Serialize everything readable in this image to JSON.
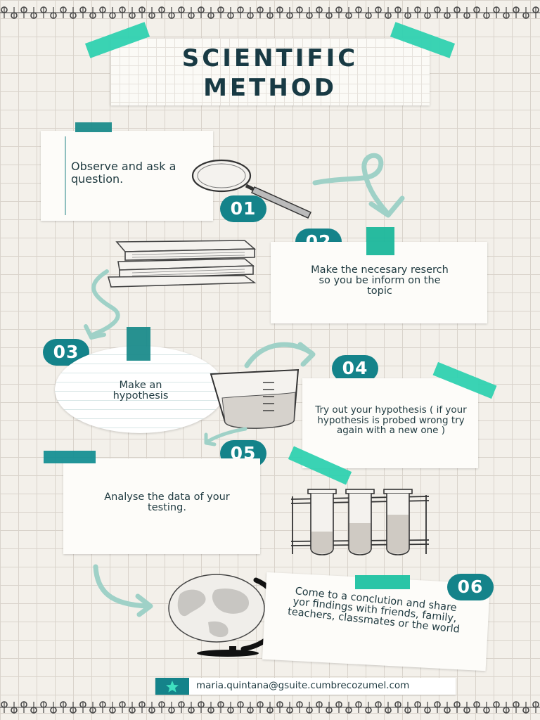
{
  "title": {
    "line1": "SCIENTIFIC",
    "line2": "METHOD"
  },
  "steps": [
    {
      "number": "01",
      "text": "Observe and ask a question."
    },
    {
      "number": "02",
      "text": "Make the necesary reserch so you be inform on the topic"
    },
    {
      "number": "03",
      "text": "Make an hypothesis"
    },
    {
      "number": "04",
      "text": "Try out your hypothesis ( if your hypothesis is probed wrong try again with a new one )"
    },
    {
      "number": "05",
      "text": "Analyse the data of your testing."
    },
    {
      "number": "06",
      "text": "Come to a conclution and share yor findings with friends, family, teachers, classmates or the world"
    }
  ],
  "footer": {
    "email": "maria.quintana@gsuite.cumbrecozumel.com",
    "icon": "star-icon"
  },
  "icons": [
    "magnifying-glass-icon",
    "books-icon",
    "beaker-icon",
    "test-tubes-icon",
    "globe-icon",
    "arrow-icon"
  ],
  "colors": {
    "accent": "#14838a",
    "tape": "#2fd1b0",
    "title": "#183a44",
    "background": "#f3f0ea"
  }
}
